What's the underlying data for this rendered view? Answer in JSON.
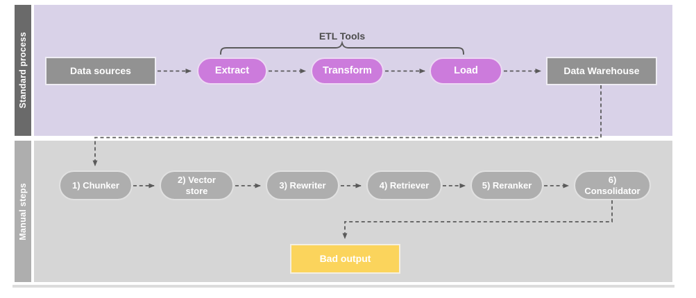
{
  "diagram": {
    "lanes": [
      {
        "label": "Standard process"
      },
      {
        "label": "Manual steps"
      }
    ],
    "standard_process": {
      "etl_group_label": "ETL Tools",
      "nodes": {
        "data_sources": "Data sources",
        "extract": "Extract",
        "transform": "Transform",
        "load": "Load",
        "data_warehouse": "Data Warehouse"
      }
    },
    "manual_steps": {
      "steps": [
        "1) Chunker",
        "2) Vector store",
        "3) Rewriter",
        "4) Retriever",
        "5) Reranker",
        "6) Consolidator"
      ],
      "output": "Bad output"
    },
    "colors": {
      "lane_standard_bg": "#d9d2e8",
      "lane_manual_bg": "#d6d6d6",
      "sidebar_standard_bg": "#6a6a6a",
      "sidebar_manual_bg": "#aeaeae",
      "etl_pill_fill": "#cc7bdc",
      "gray_node_fill": "#929292",
      "gray_pill_fill": "#aeaeae",
      "bad_output_fill": "#fbd45c",
      "connector_stroke": "#5a5a5a"
    }
  }
}
